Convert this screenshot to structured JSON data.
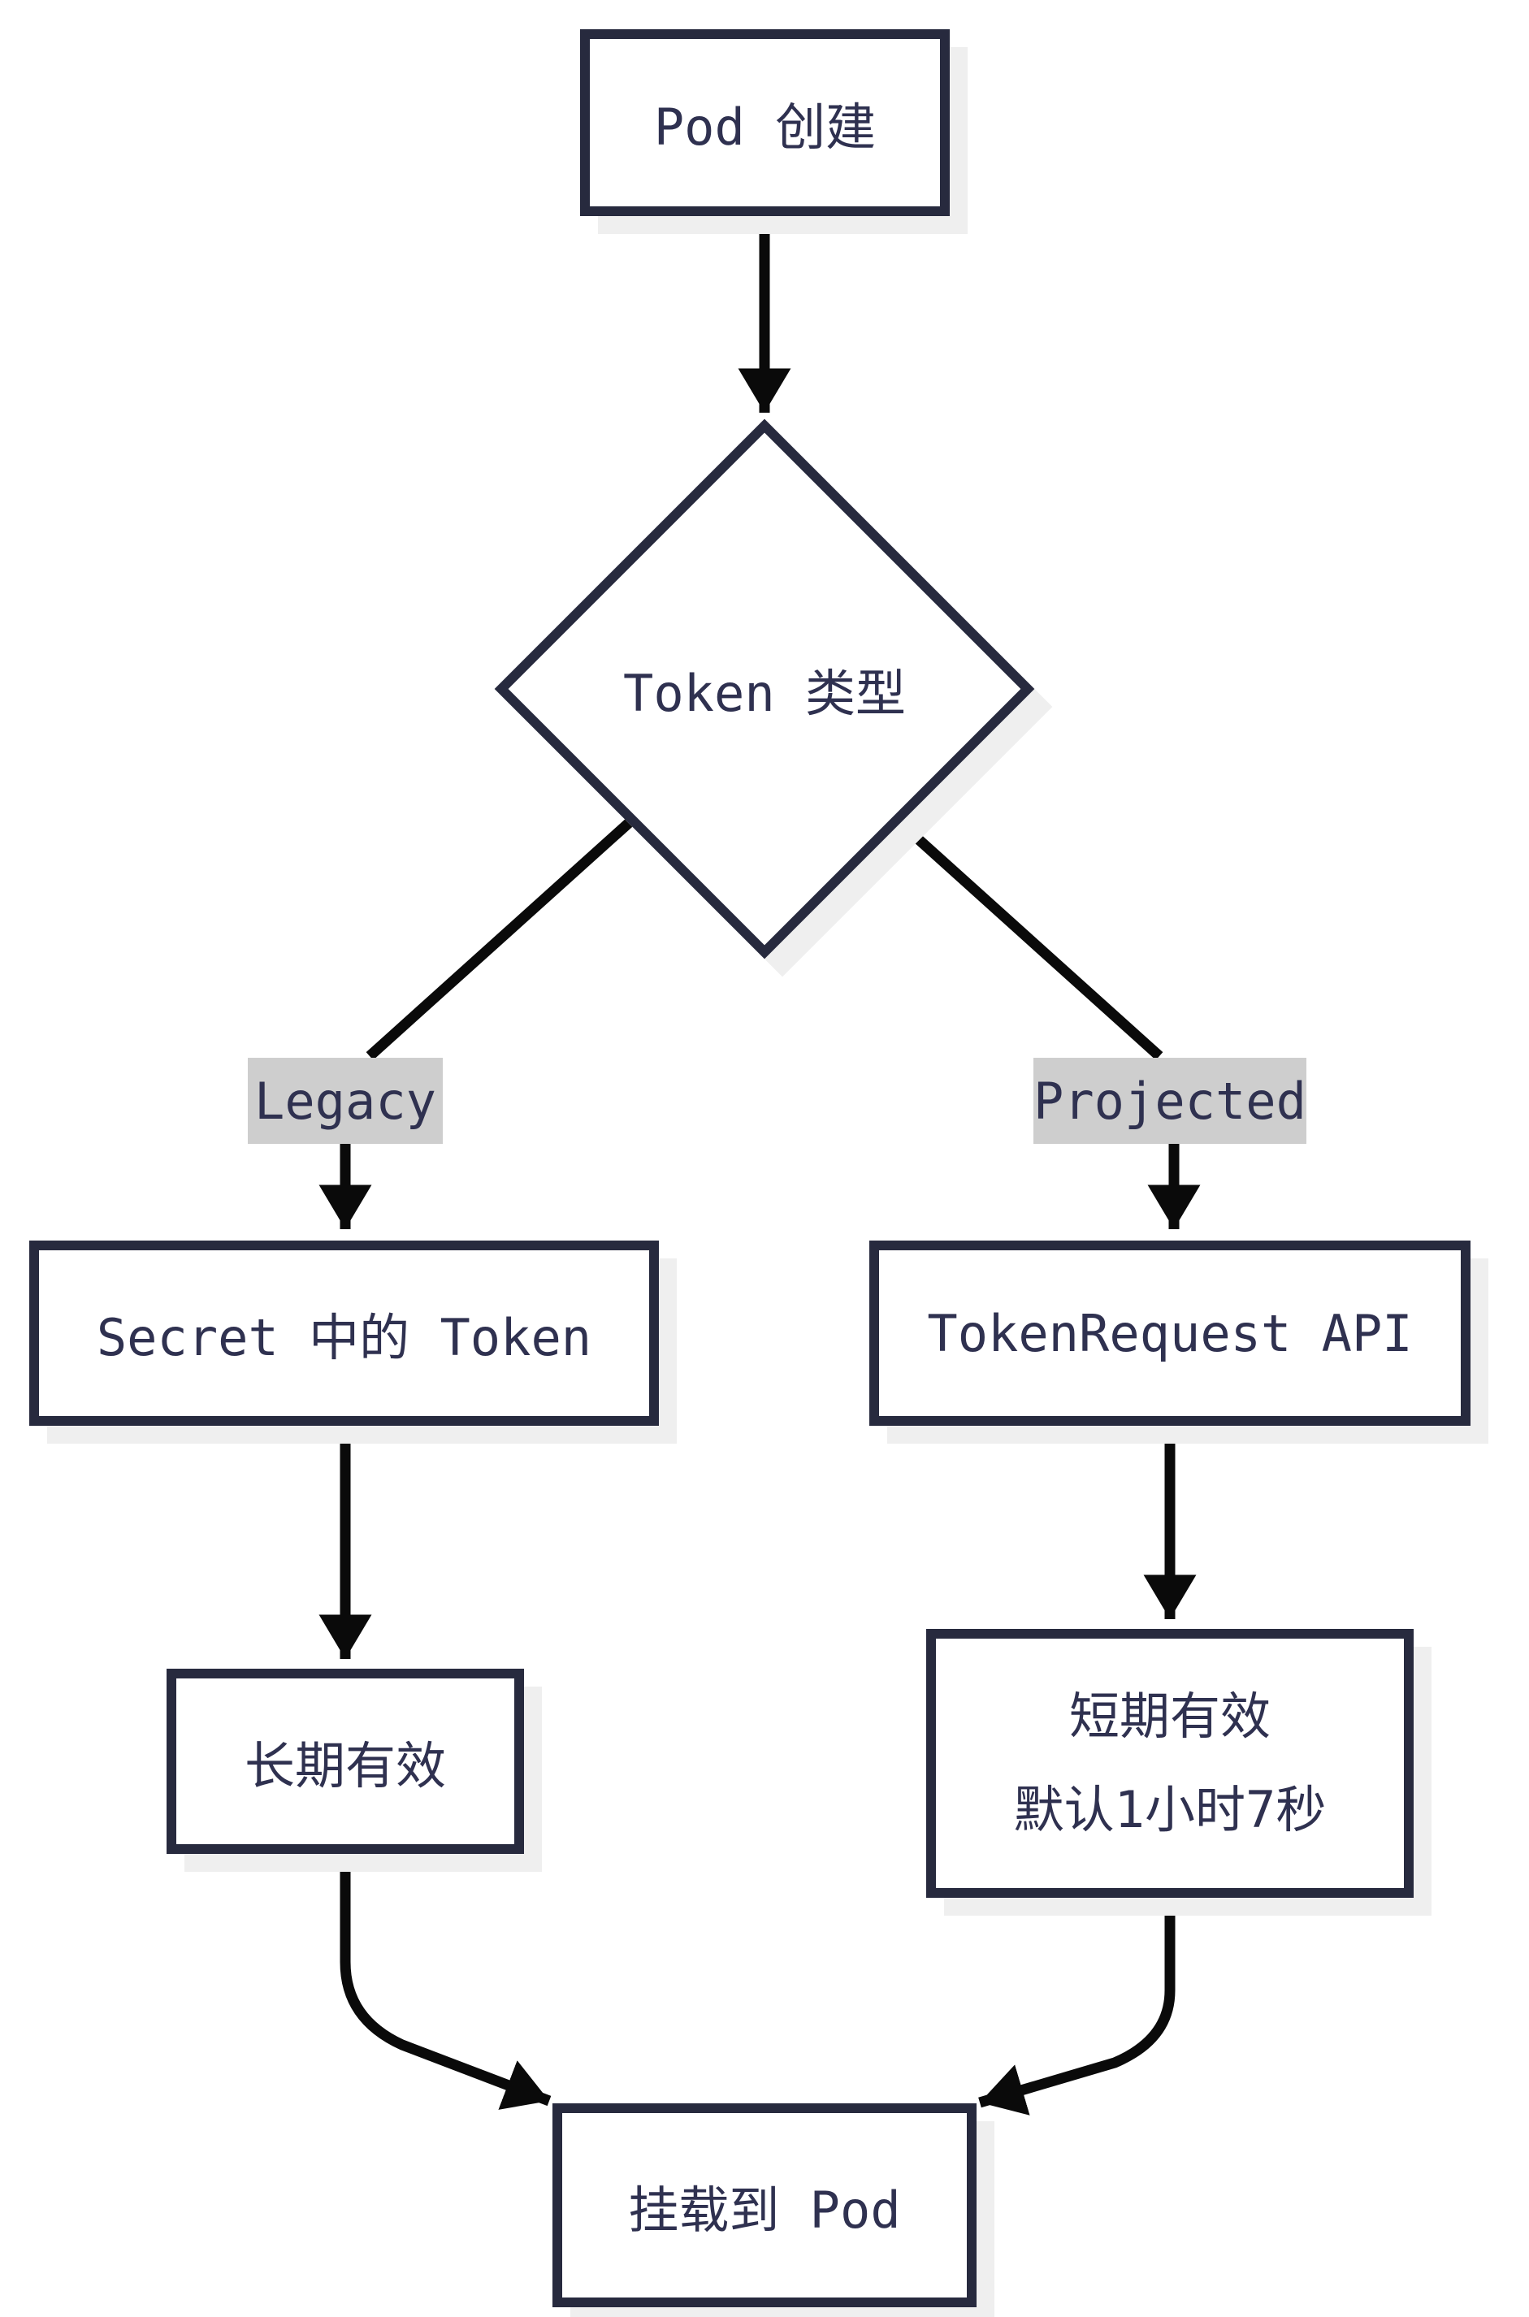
{
  "colors": {
    "bg": "#ffffff",
    "border": "#272a3e",
    "text": "#2f3150",
    "arrow": "#0a0a0a",
    "shadow": "#efefef",
    "label_bg": "#cecece"
  },
  "nodes": {
    "pod_create": {
      "label": "Pod 创建"
    },
    "token_type": {
      "label": "Token 类型"
    },
    "secret_token": {
      "label": "Secret 中的 Token"
    },
    "token_request_api": {
      "label": "TokenRequest API"
    },
    "long_term": {
      "label": "长期有效"
    },
    "short_term": {
      "line1": "短期有效",
      "line2": "默认1小时7秒"
    },
    "mount_pod": {
      "label": "挂载到 Pod"
    }
  },
  "branch_labels": {
    "legacy": "Legacy",
    "projected": "Projected"
  }
}
